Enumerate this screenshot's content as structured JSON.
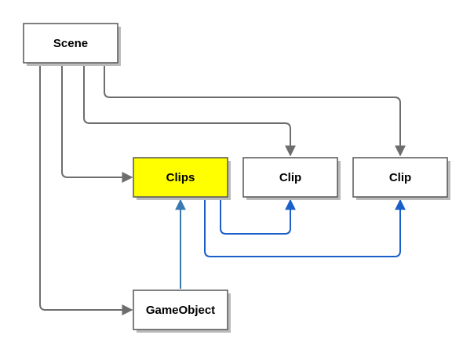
{
  "nodes": {
    "scene": {
      "label": "Scene",
      "fill": "#ffffff"
    },
    "clips": {
      "label": "Clips",
      "fill": "#ffff00"
    },
    "clip_a": {
      "label": "Clip",
      "fill": "#ffffff"
    },
    "clip_b": {
      "label": "Clip",
      "fill": "#ffffff"
    },
    "gameobject": {
      "label": "GameObject",
      "fill": "#ffffff"
    }
  },
  "colors": {
    "node_border": "#555555",
    "shadow": "#bbbbbb",
    "gray_edge": "#6d6d6d",
    "blue_edge": "#1a5fc8",
    "steel_edge": "#3a7ab0"
  }
}
